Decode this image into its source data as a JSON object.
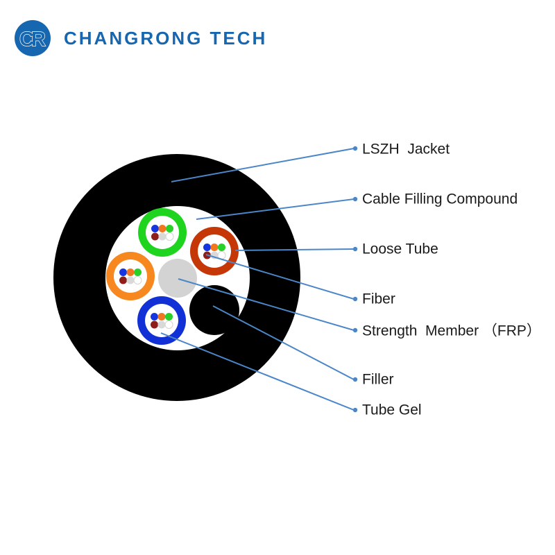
{
  "brand": {
    "monogram": "CR",
    "name": "CHANGRONG TECH",
    "color": "#1766b0"
  },
  "diagram": {
    "labels": {
      "jacket": "LSZH  Jacket",
      "filling_compound": "Cable Filling Compound",
      "loose_tube": "Loose Tube",
      "fiber": "Fiber",
      "strength_member": "Strength  Member （FRP）",
      "filler": "Filler",
      "tube_gel": "Tube Gel"
    },
    "colors": {
      "jacket": "#000000",
      "filling_compound": "#ffffff",
      "tube_green": "#1ed41e",
      "tube_red": "#c63708",
      "tube_orange": "#f6881f",
      "tube_blue": "#1130d6",
      "tube_inner": "#ffffff",
      "strength_member": "#d3d3d3",
      "filler": "#000000",
      "leader_line": "#4a86c8",
      "label_text": "#1a1a1a",
      "fiber_blue": "#1535e0",
      "fiber_orange": "#f0771f",
      "fiber_green": "#28d028",
      "fiber_maroon": "#8d1e1a",
      "fiber_gray": "#d9d9d9",
      "fiber_white": "#ffffff"
    }
  }
}
